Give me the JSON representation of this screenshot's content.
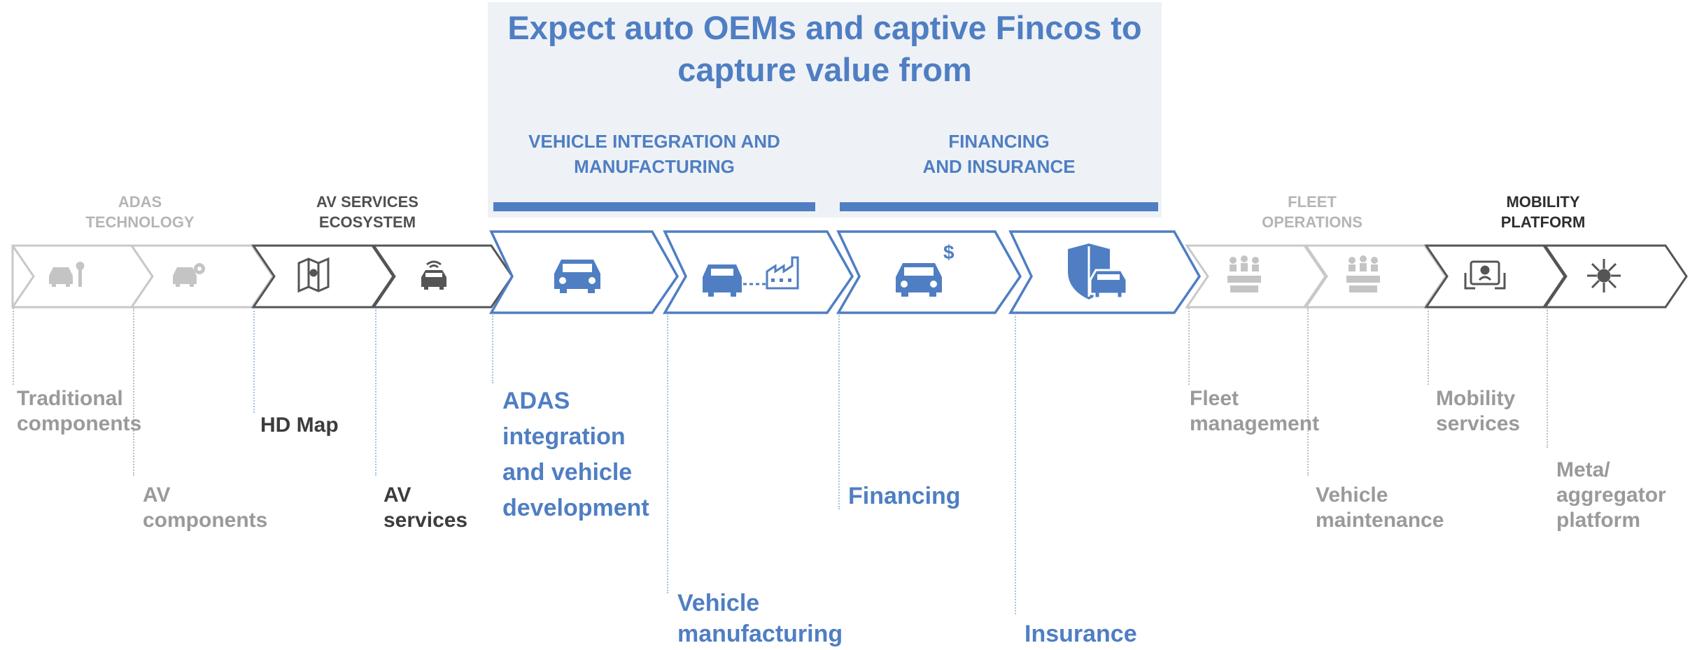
{
  "headline": {
    "line1": "Expect auto OEMs and captive Fincos to",
    "line2": "capture value from"
  },
  "groups": {
    "vehicle_integration": {
      "line1": "VEHICLE INTEGRATION AND",
      "line2": "MANUFACTURING"
    },
    "financing_insurance": {
      "line1": "FINANCING",
      "line2": "AND INSURANCE"
    }
  },
  "stage_titles": {
    "adas": {
      "line1": "ADAS",
      "line2": "TECHNOLOGY"
    },
    "av_services": {
      "line1": "AV SERVICES",
      "line2": "ECOSYSTEM"
    },
    "fleet": {
      "line1": "FLEET",
      "line2": "OPERATIONS"
    },
    "mobility": {
      "line1": "MOBILITY",
      "line2": "PLATFORM"
    }
  },
  "labels": {
    "traditional_components": {
      "line1": "Traditional",
      "line2": "components"
    },
    "av_components": {
      "line1": "AV",
      "line2": "components"
    },
    "hd_map": "HD Map",
    "av_services": {
      "line1": "AV",
      "line2": "services"
    },
    "adas_integration": {
      "line1": "ADAS",
      "line2": "integration",
      "line3": "and vehicle",
      "line4": "development"
    },
    "vehicle_manufacturing": {
      "line1": "Vehicle",
      "line2": "manufacturing"
    },
    "financing": "Financing",
    "insurance": "Insurance",
    "fleet_management": {
      "line1": "Fleet",
      "line2": "management"
    },
    "vehicle_maintenance": {
      "line1": "Vehicle",
      "line2": "maintenance"
    },
    "mobility_services": {
      "line1": "Mobility",
      "line2": "services"
    },
    "meta_platform": {
      "line1": "Meta/",
      "line2": "aggregator",
      "line3": "platform"
    }
  },
  "icons": {
    "traditional_components": "car-wrench-icon",
    "av_components": "car-gear-icon",
    "hd_map": "map-icon",
    "av_services": "connected-car-icon",
    "adas_integration": "car-icon",
    "vehicle_manufacturing": "car-factory-icon",
    "financing": "car-dollar-icon",
    "insurance": "shield-car-icon",
    "fleet_management": "fleet-icon",
    "vehicle_maintenance": "fleet-maintenance-icon",
    "mobility_services": "tablet-hands-icon",
    "meta_platform": "hub-network-icon",
    "financing_currency_symbol": "$"
  },
  "colors": {
    "highlight_blue": "#4f7ec3",
    "highlight_background": "#eef2f6",
    "dark_gray": "#505050",
    "light_gray": "#b5b5b5"
  }
}
